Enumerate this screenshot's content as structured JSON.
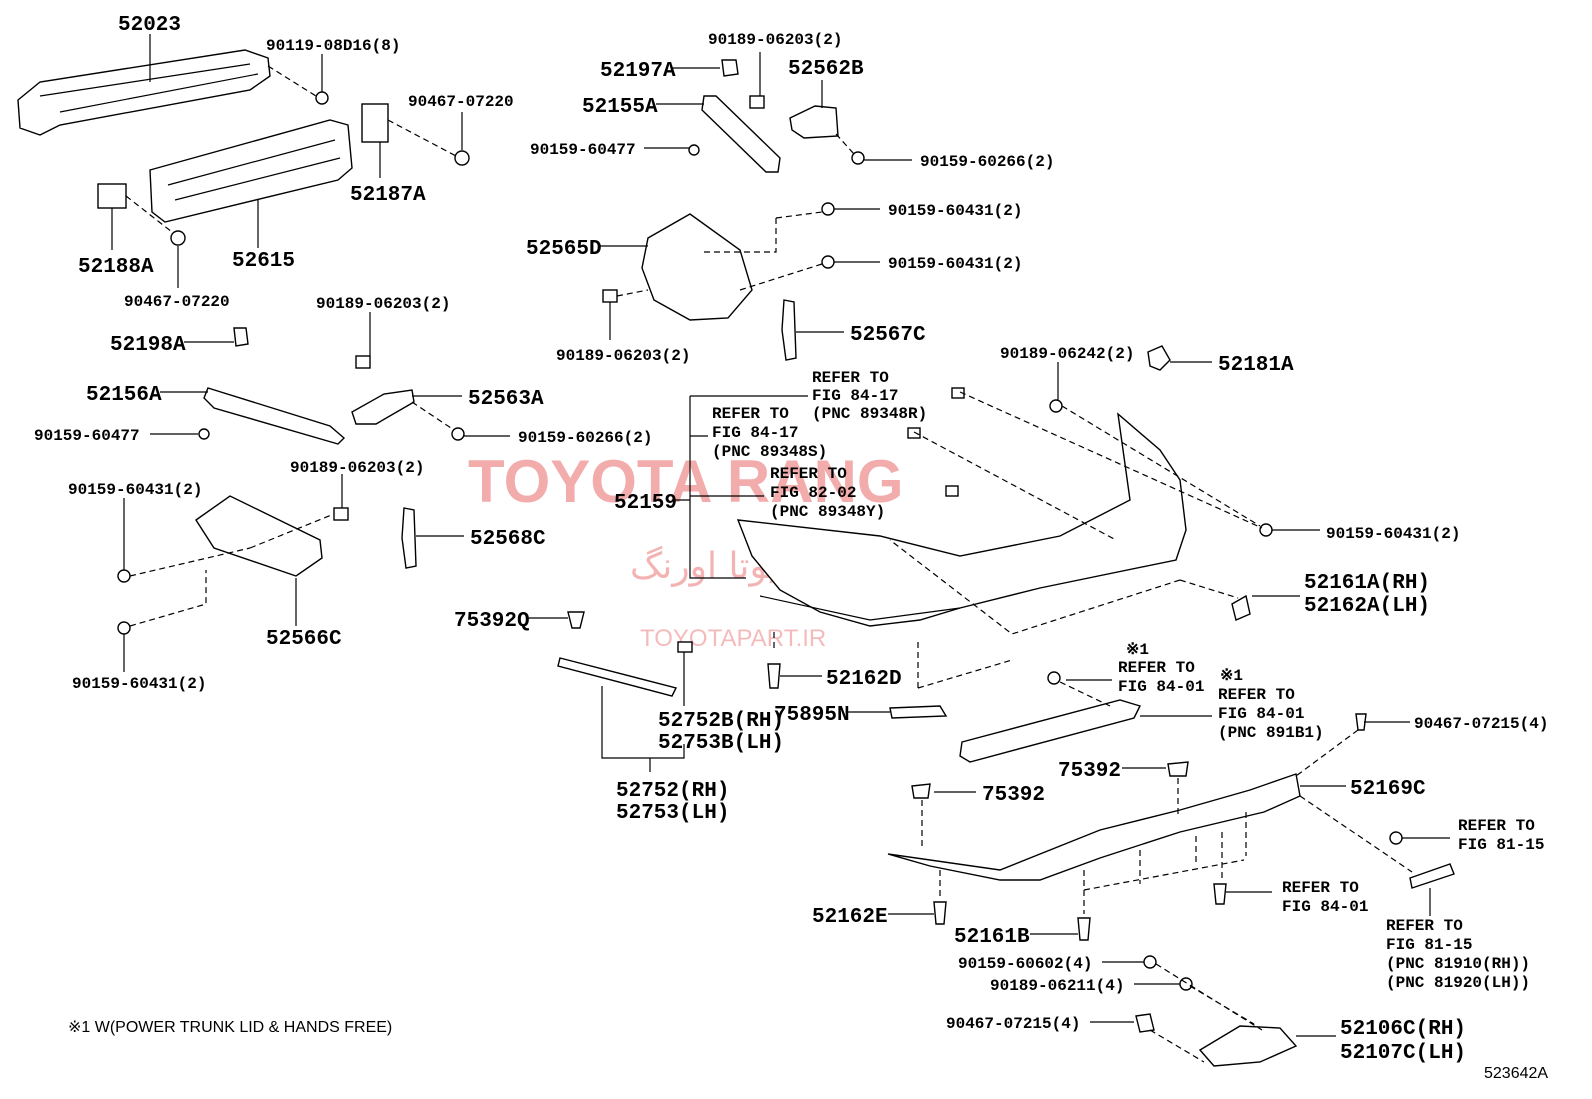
{
  "watermark": {
    "main": "TOYOTA RANG",
    "persian": "تویوتا اورنگ",
    "site": "TOYOTAPART.IR"
  },
  "labels": {
    "p52023": "52023",
    "p90119_08D16": "90119-08D16(8)",
    "p90467_07220_a": "90467-07220",
    "p52187A": "52187A",
    "p52188A": "52188A",
    "p52615": "52615",
    "p90467_07220_b": "90467-07220",
    "p90189_06203_top": "90189-06203(2)",
    "p52197A": "52197A",
    "p52562B": "52562B",
    "p52155A": "52155A",
    "p90159_60477_top": "90159-60477",
    "p90159_60266_top": "90159-60266(2)",
    "p90159_60431_r1": "90159-60431(2)",
    "p90159_60431_r2": "90159-60431(2)",
    "p52565D": "52565D",
    "p90189_06203_mid": "90189-06203(2)",
    "p52567C": "52567C",
    "p90189_06203_l": "90189-06203(2)",
    "p52198A": "52198A",
    "p52156A": "52156A",
    "p52563A": "52563A",
    "p90159_60477_l": "90159-60477",
    "p90159_60266_l": "90159-60266(2)",
    "p90189_06203_l2": "90189-06203(2)",
    "p90159_60431_l1": "90159-60431(2)",
    "p52568C": "52568C",
    "p52566C": "52566C",
    "p90159_60431_l2": "90159-60431(2)",
    "p90189_06242": "90189-06242(2)",
    "p52181A": "52181A",
    "p52159": "52159",
    "p90159_60431_bump": "90159-60431(2)",
    "p52161A": "52161A(RH)",
    "p52162A": "52162A(LH)",
    "p75392Q": "75392Q",
    "p52162D": "52162D",
    "p75895N": "75895N",
    "p52752B": "52752B(RH)",
    "p52753B": "52753B(LH)",
    "p52752": "52752(RH)",
    "p52753": "52753(LH)",
    "p90467_07215_r": "90467-07215(4)",
    "p75392_a": "75392",
    "p75392_b": "75392",
    "p52169C": "52169C",
    "p52162E": "52162E",
    "p52161B": "52161B",
    "p90159_60602": "90159-60602(4)",
    "p90189_06211": "90189-06211(4)",
    "p90467_07215_b": "90467-07215(4)",
    "p52106C": "52106C(RH)",
    "p52107C": "52107C(LH)"
  },
  "refs": {
    "r1": [
      "REFER TO",
      "FIG 84-17",
      "(PNC 89348R)"
    ],
    "r2": [
      "REFER TO",
      "FIG 84-17",
      "(PNC 89348S)"
    ],
    "r3": [
      "REFER TO",
      "FIG 82-02",
      "(PNC 89348Y)"
    ],
    "r4": [
      "※1",
      "REFER TO",
      "FIG 84-01"
    ],
    "r5": [
      "※1",
      "REFER TO",
      "FIG 84-01",
      "(PNC 891B1)"
    ],
    "r6": [
      "REFER TO",
      "FIG 81-15"
    ],
    "r7": [
      "REFER TO",
      "FIG 84-01"
    ],
    "r8": [
      "REFER TO",
      "FIG 81-15",
      "(PNC 81910(RH))",
      "(PNC 81920(LH))"
    ]
  },
  "footnote": "※1 W(POWER TRUNK LID & HANDS FREE)",
  "figure_code": "523642A"
}
